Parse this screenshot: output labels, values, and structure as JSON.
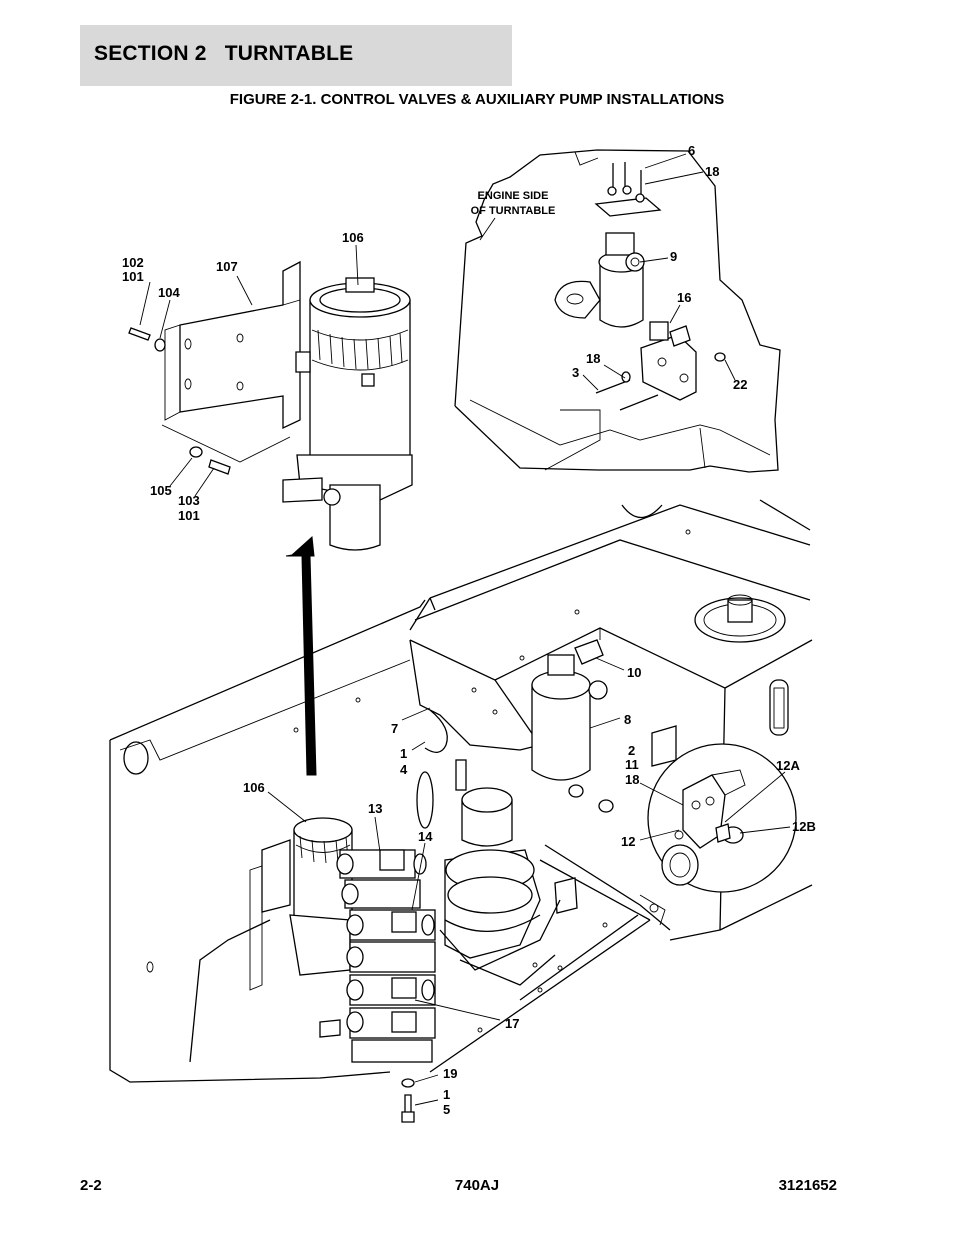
{
  "header": {
    "section_title": "SECTION 2   TURNTABLE"
  },
  "figure": {
    "title": "FIGURE 2-1. CONTROL VALVES & AUXILIARY PUMP INSTALLATIONS"
  },
  "notes": {
    "engine_side_line1": "ENGINE SIDE",
    "engine_side_line2": "OF TURNTABLE"
  },
  "callouts": {
    "c6": "6",
    "c18a": "18",
    "c9": "9",
    "c16": "16",
    "c18b": "18",
    "c3": "3",
    "c22": "22",
    "c106a": "106",
    "c102": "102",
    "c101a": "101",
    "c107": "107",
    "c104": "104",
    "c105": "105",
    "c103": "103",
    "c101b": "101",
    "c10": "10",
    "c8": "8",
    "c7": "7",
    "c1a": "1",
    "c4": "4",
    "c2": "2",
    "c11": "11",
    "c18c": "18",
    "c12A": "12A",
    "c12": "12",
    "c12B": "12B",
    "c106b": "106",
    "c13": "13",
    "c14": "14",
    "c17": "17",
    "c19": "19",
    "c1b": "1",
    "c5": "5"
  },
  "footer": {
    "page": "2-2",
    "model": "740AJ",
    "doc_number": "3121652"
  }
}
